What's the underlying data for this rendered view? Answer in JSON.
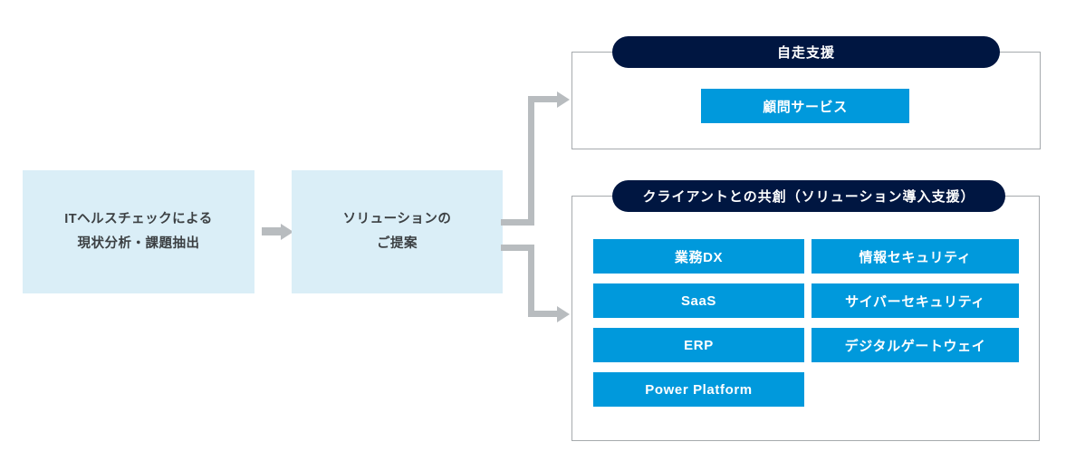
{
  "diagram": {
    "title_colors": {
      "stage_fill": "#daeef7",
      "panel_border": "#a6aaad",
      "pill_navy": "#001641",
      "service_blue": "#0099dc",
      "connector_gray": "#b8bcbf",
      "stage_text": "#3c4043"
    },
    "stages": [
      {
        "name": "health-check",
        "line1": "ITヘルスチェックによる",
        "line2": "現状分析・課題抽出"
      },
      {
        "name": "solution-proposal",
        "line1": "ソリューションの",
        "line2": "ご提案"
      }
    ],
    "panels": [
      {
        "name": "self-drive-support",
        "header": "自走支援",
        "services": [
          "顧問サービス"
        ]
      },
      {
        "name": "client-co-creation",
        "header": "クライアントとの共創（ソリューション導入支援）",
        "services_left": [
          "業務DX",
          "SaaS",
          "ERP",
          "Power Platform"
        ],
        "services_right": [
          "情報セキュリティ",
          "サイバーセキュリティ",
          "デジタルゲートウェイ"
        ]
      }
    ]
  }
}
